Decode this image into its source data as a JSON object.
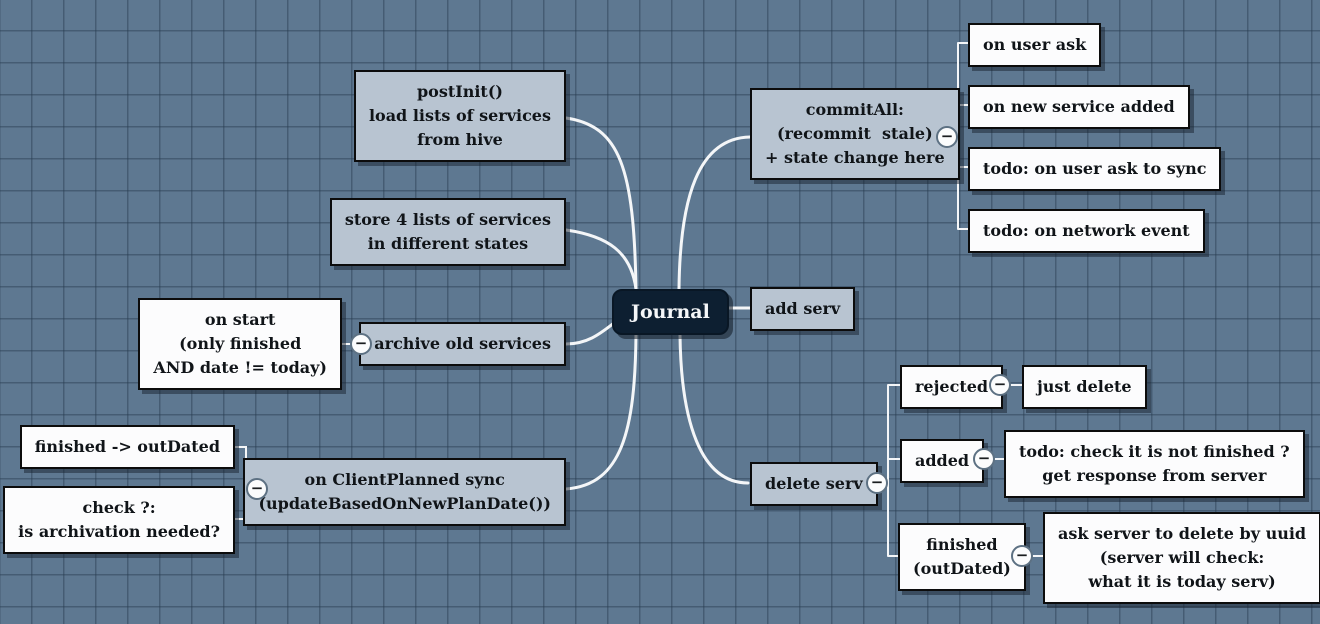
{
  "canvas": {
    "background_color": "#5e7891",
    "grid_line_color": "#3a526b",
    "edge_color": "#f4f6f8",
    "branch_node_color": "#b8c4d1",
    "leaf_node_color": "#fcfcfd",
    "root_node_color": "#0d1f31"
  },
  "root": {
    "label": "Journal"
  },
  "branches": {
    "post_init": {
      "label": "postInit()\nload lists of services\nfrom hive"
    },
    "store_lists": {
      "label": "store 4 lists of services\nin different states"
    },
    "archive": {
      "label": "archive old services"
    },
    "client_planned": {
      "label": "on ClientPlanned sync\n(updateBasedOnNewPlanDate())"
    },
    "commit_all": {
      "label": "commitAll:\n(recommit  stale)\n+ state change here"
    },
    "add_serv": {
      "label": "add serv"
    },
    "delete_serv": {
      "label": "delete serv"
    }
  },
  "leaves": {
    "on_start": {
      "label": "on start\n(only finished\nAND date != today)"
    },
    "finished_to_outdated": {
      "label": "finished -> outDated"
    },
    "check_archivation": {
      "label": "check ?:\nis archivation needed?"
    },
    "on_user_ask": {
      "label": "on user ask"
    },
    "on_new_service_added": {
      "label": "on new service added"
    },
    "todo_on_user_ask_to_sync": {
      "label": "todo: on user ask to sync"
    },
    "todo_on_network_event": {
      "label": "todo: on network event"
    },
    "rejected": {
      "label": "rejected"
    },
    "just_delete": {
      "label": "just delete"
    },
    "added": {
      "label": "added"
    },
    "todo_check_not_finished": {
      "label": "todo: check it is not finished ?\nget response from server"
    },
    "finished_outdated_state": {
      "label": "finished\n(outDated)"
    },
    "ask_server_delete": {
      "label": "ask server to delete by uuid\n(server will check:\nwhat it is today serv)"
    }
  },
  "icons": {
    "collapse_glyph": "−"
  }
}
